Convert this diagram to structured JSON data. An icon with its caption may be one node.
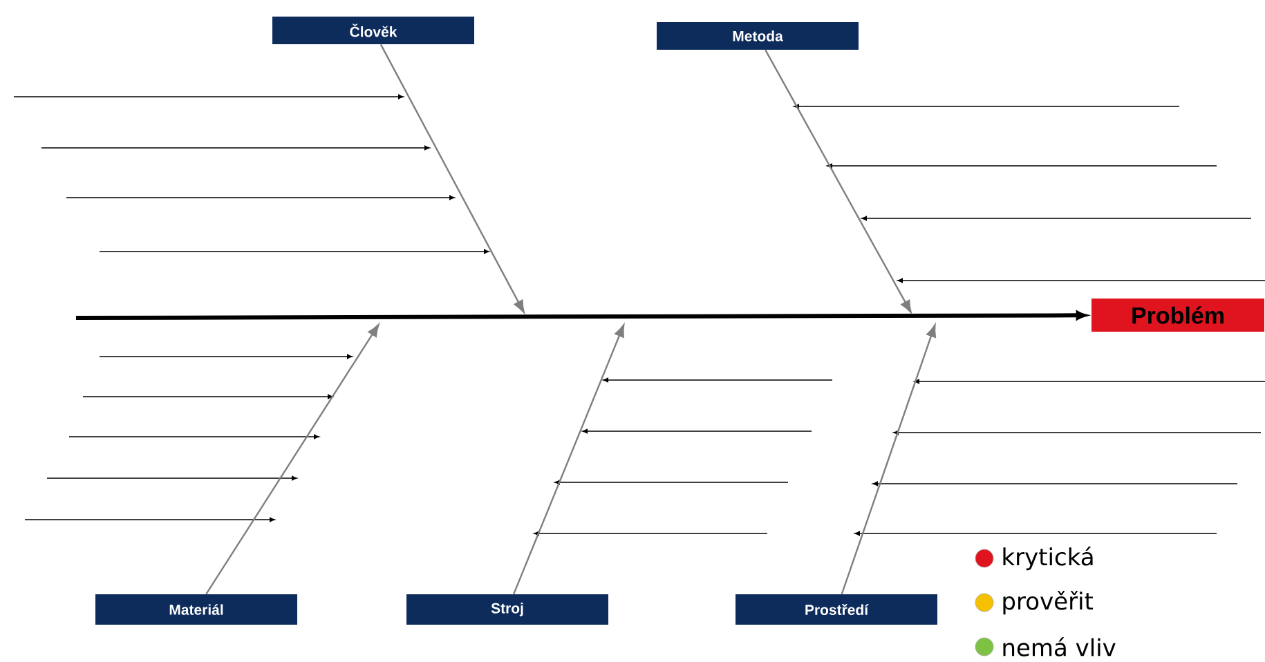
{
  "diagram": {
    "nodes": [
      {
        "text": [
          "Problém"
        ]
      },
      {
        "text": [
          "Člověk"
        ]
      },
      {
        "text": [
          "Metoda"
        ]
      },
      {
        "text": [
          "Materiál"
        ]
      },
      {
        "text": [
          "Stroj"
        ]
      },
      {
        "text": [
          "Prostředí"
        ]
      }
    ],
    "edges": [
      {
        "from": null,
        "to": 0,
        "arrow": "to",
        "style": "thick",
        "color": "#000000"
      },
      {
        "from": 1,
        "to": null,
        "arrow": "to",
        "color": "#7f7f7f"
      },
      {
        "from": 2,
        "to": null,
        "arrow": "to",
        "color": "#7f7f7f"
      },
      {
        "from": 3,
        "to": null,
        "arrow": "to",
        "color": "#7f7f7f"
      },
      {
        "from": 4,
        "to": null,
        "arrow": "to",
        "color": "#7f7f7f"
      },
      {
        "from": 5,
        "to": null,
        "arrow": "to",
        "color": "#7f7f7f"
      }
    ],
    "legend": [
      {
        "text": "krytická",
        "color": "#e0141e"
      },
      {
        "text": "prověřit",
        "color": "#f5c000"
      },
      {
        "text": "nemá vliv",
        "color": "#7dc242"
      }
    ]
  }
}
